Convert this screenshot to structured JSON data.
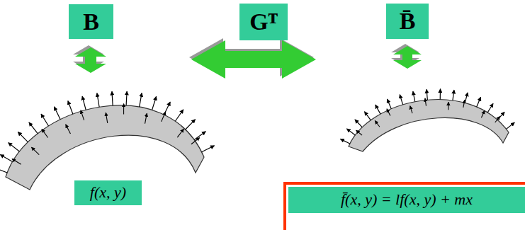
{
  "diagram": {
    "nodes": [
      {
        "text": [
          "B"
        ]
      },
      {
        "text": [
          "Gᵀ"
        ]
      },
      {
        "text": [
          "B̄"
        ]
      },
      {
        "text": [
          "f(x, y)"
        ]
      },
      {
        "text": [
          "f̄(x, y) = lf(x, y) + mx"
        ]
      }
    ]
  }
}
